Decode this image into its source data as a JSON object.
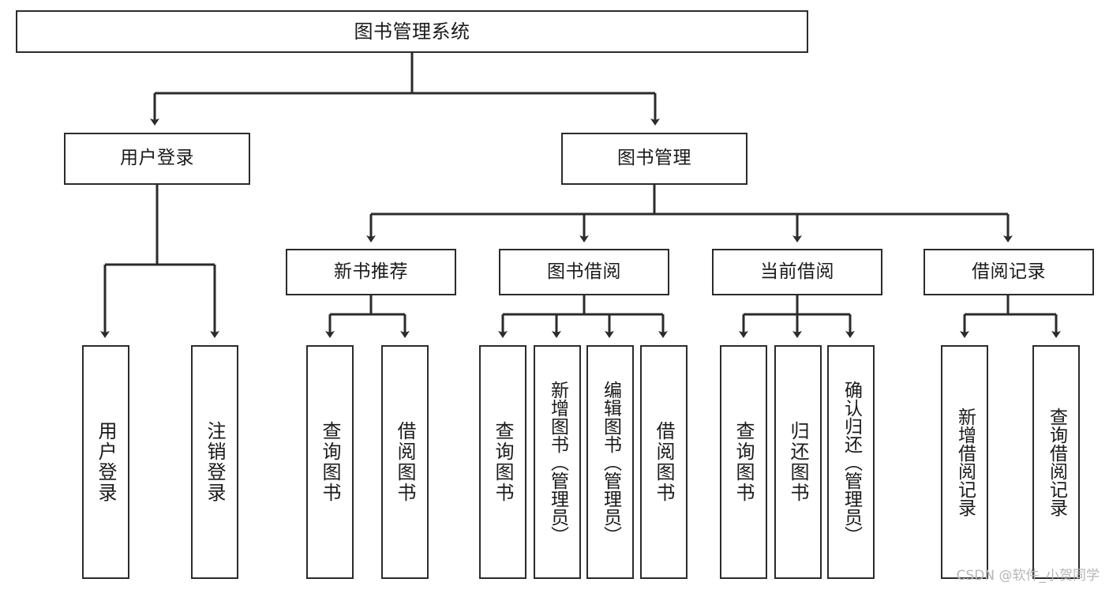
{
  "diagram": {
    "title": "图书管理系统",
    "type": "tree-hierarchy-diagram",
    "nodes": {
      "root": {
        "label": "图书管理系统"
      },
      "level2": [
        {
          "id": "user-login",
          "label": "用户登录"
        },
        {
          "id": "book-management",
          "label": "图书管理"
        }
      ],
      "level3": [
        {
          "id": "new-book-recommend",
          "label": "新书推荐"
        },
        {
          "id": "book-borrow",
          "label": "图书借阅"
        },
        {
          "id": "current-borrow",
          "label": "当前借阅"
        },
        {
          "id": "borrow-record",
          "label": "借阅记录"
        }
      ],
      "leaves": [
        {
          "id": "leaf-user-login",
          "label": "用户登录",
          "parent": "user-login"
        },
        {
          "id": "leaf-user-logout",
          "label": "注销登录",
          "parent": "user-login"
        },
        {
          "id": "leaf-query-book-1",
          "label": "查询图书",
          "parent": "new-book-recommend"
        },
        {
          "id": "leaf-borrow-book-1",
          "label": "借阅图书",
          "parent": "new-book-recommend"
        },
        {
          "id": "leaf-query-book-2",
          "label": "查询图书",
          "parent": "book-borrow"
        },
        {
          "id": "leaf-add-book",
          "label": "新增图书（管理员）",
          "parent": "book-borrow"
        },
        {
          "id": "leaf-edit-book",
          "label": "编辑图书（管理员）",
          "parent": "book-borrow"
        },
        {
          "id": "leaf-borrow-book-2",
          "label": "借阅图书",
          "parent": "book-borrow"
        },
        {
          "id": "leaf-query-book-3",
          "label": "查询图书",
          "parent": "current-borrow"
        },
        {
          "id": "leaf-return-book",
          "label": "归还图书",
          "parent": "current-borrow"
        },
        {
          "id": "leaf-confirm-return",
          "label": "确认归还（管理员）",
          "parent": "current-borrow"
        },
        {
          "id": "leaf-add-record",
          "label": "新增借阅记录",
          "parent": "borrow-record"
        },
        {
          "id": "leaf-query-record",
          "label": "查询借阅记录",
          "parent": "borrow-record"
        }
      ]
    },
    "colors": {
      "stroke": "#2b2b2b",
      "fill": "#ffffff",
      "text": "#1a1a1a",
      "watermark": "#b6b6b6"
    }
  },
  "watermark": {
    "text": "CSDN @软件_小贺同学"
  }
}
